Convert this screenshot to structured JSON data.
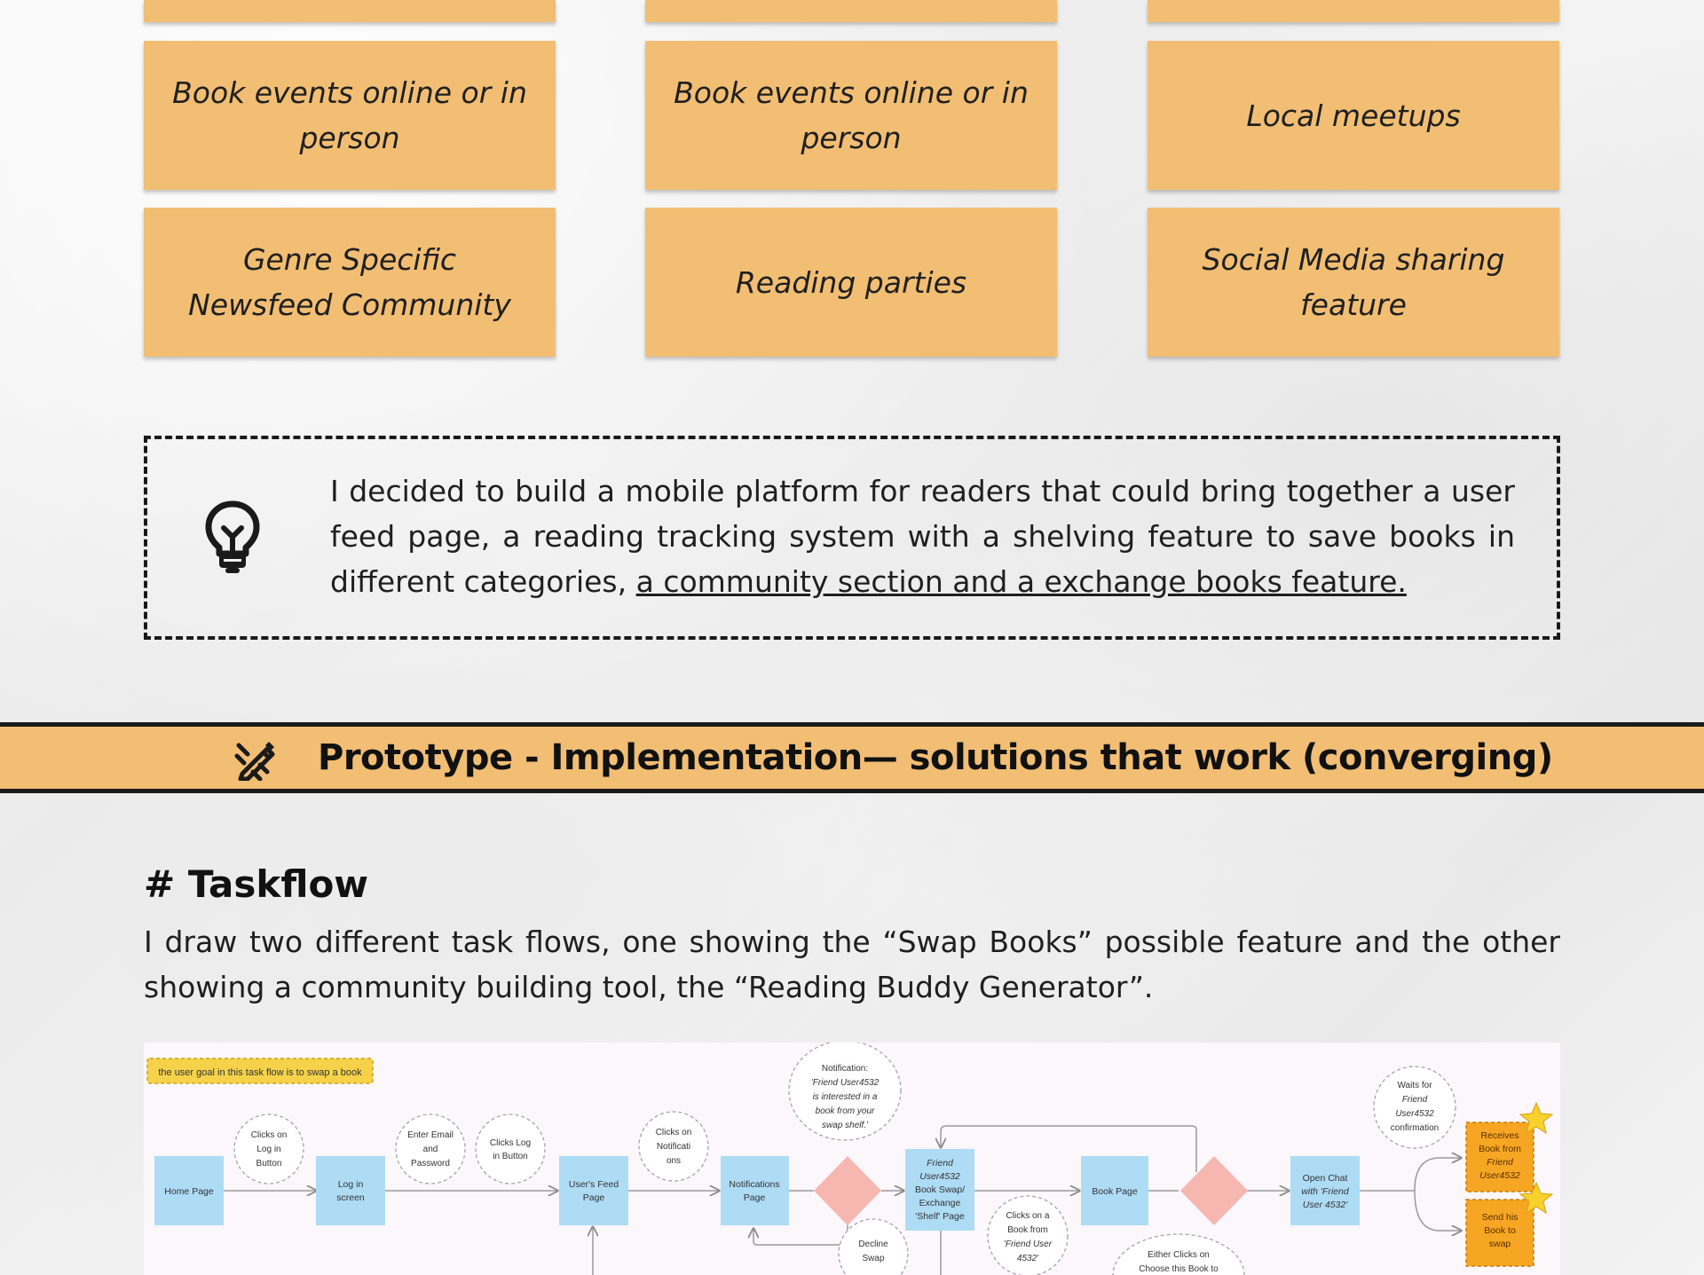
{
  "stickies": [
    {
      "text": "Book events online or in person"
    },
    {
      "text": "Book events online or in person"
    },
    {
      "text": "Local meetups"
    },
    {
      "text": "Genre Specific Newsfeed Community"
    },
    {
      "text": "Reading parties"
    },
    {
      "text": "Social Media sharing feature"
    }
  ],
  "idea": {
    "icon": "lightbulb-icon",
    "text_plain": "I decided to build a mobile platform for readers that could bring together a user feed page, a reading tracking system with a shelving feature to save books in different categories, ",
    "text_underlined": "a community section and a exchange books feature."
  },
  "banner": {
    "icon": "pencil-ruler-icon",
    "title": "Prototype - Implementation— solutions that work (converging)"
  },
  "taskflow": {
    "heading": "# Taskflow",
    "description": "I draw two different task flows, one showing the “Swap Books” possible feature and the other showing a community building tool, the “Reading Buddy Generator”.",
    "goal_note": "the user goal in this task flow is to swap a book",
    "nodes": {
      "home": "Home Page",
      "login_line1": "Log in",
      "login_line2": "screen",
      "feed_line1": "User's Feed",
      "feed_line2": "Page",
      "notif_line1": "Notifications",
      "notif_line2": "Page",
      "friend_lines": [
        "Friend",
        "User4532",
        "Book Swap/",
        "Exchange",
        "'Shelf' Page"
      ],
      "book_page": "Book Page",
      "chat_lines": [
        "Open Chat",
        "with 'Friend",
        "User 4532'"
      ],
      "receives_lines": [
        "Receives",
        "Book from",
        "Friend",
        "User4532"
      ],
      "send_lines": [
        "Send his",
        "Book to",
        "swap"
      ]
    },
    "circles": {
      "clicks_login": [
        "Clicks on",
        "Log in",
        "Button"
      ],
      "enter_email": [
        "Enter Email",
        "and",
        "Password"
      ],
      "clicks_log_in": [
        "Clicks Log",
        "in Button"
      ],
      "clicks_notif": [
        "Clicks on",
        "Notificati",
        "ons"
      ],
      "notification": [
        "Notification:",
        "'Friend User4532",
        "is interested in a",
        "book from your",
        "swap shelf.'"
      ],
      "decline": [
        "Decline",
        "Swap"
      ],
      "clicks_book": [
        "Clicks on a",
        "Book from",
        "'Friend User",
        "4532'"
      ],
      "either": [
        "Either Clicks on",
        "Choose this Book to"
      ],
      "waits": [
        "Waits for",
        "Friend",
        "User4532",
        "confirmation"
      ]
    }
  }
}
